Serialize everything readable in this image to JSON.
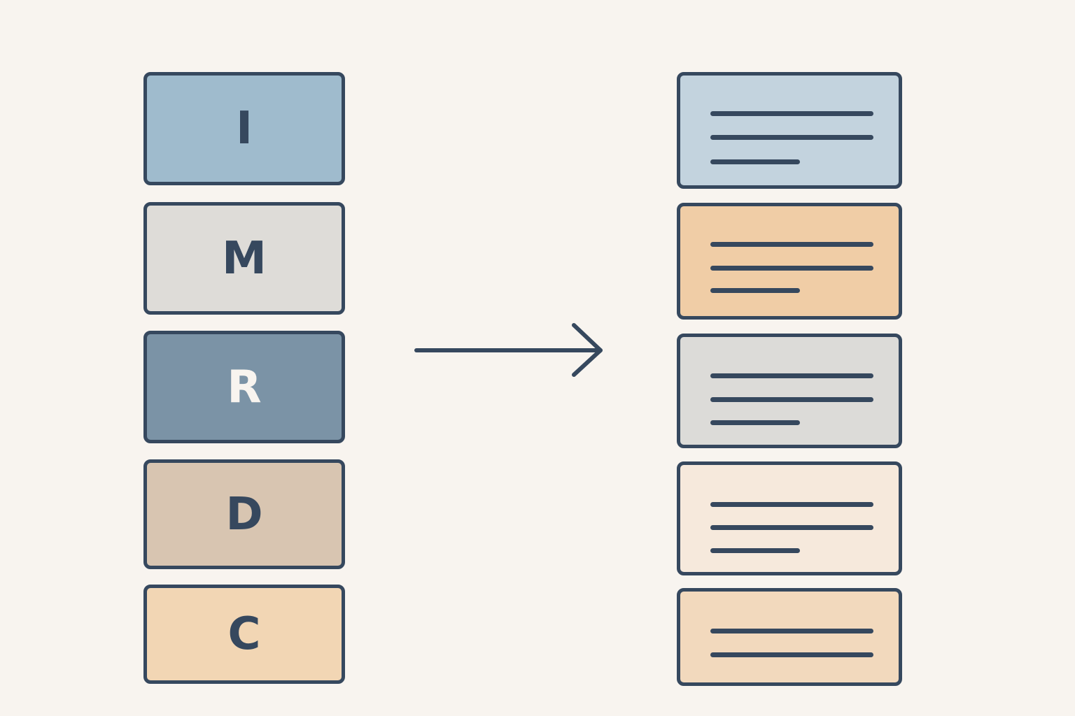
{
  "colors": {
    "background": "#f8f4ef",
    "stroke": "#36485e"
  },
  "source_sections": [
    {
      "letter": "I",
      "fill": "#9fbbcd",
      "light_text": false
    },
    {
      "letter": "M",
      "fill": "#dedcd8",
      "light_text": false
    },
    {
      "letter": "R",
      "fill": "#7b93a6",
      "light_text": true
    },
    {
      "letter": "D",
      "fill": "#d8c5b1",
      "light_text": false
    },
    {
      "letter": "C",
      "fill": "#f2d6b4",
      "light_text": false
    }
  ],
  "arrow": {
    "icon": "right-arrow-icon"
  },
  "result_blocks": [
    {
      "fill": "#c3d3de",
      "line_count": 3
    },
    {
      "fill": "#f0cda6",
      "line_count": 3
    },
    {
      "fill": "#dcdbd8",
      "line_count": 3
    },
    {
      "fill": "#f6e9dc",
      "line_count": 3
    },
    {
      "fill": "#f2d9bd",
      "line_count": 2
    }
  ]
}
